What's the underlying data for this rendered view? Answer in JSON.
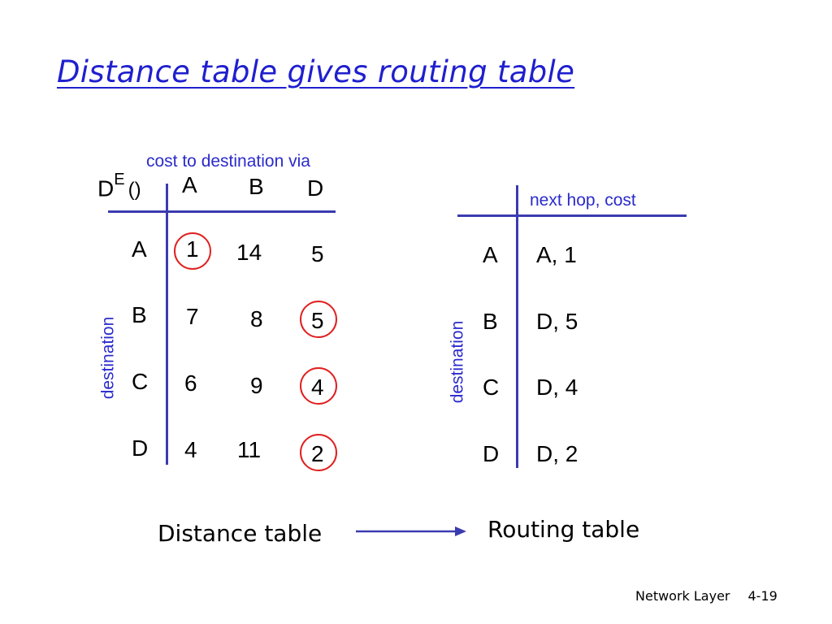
{
  "title": "Distance table gives routing table",
  "distance_table": {
    "header_note": "cost to destination via",
    "label_main": "D",
    "label_sup": "E",
    "label_paren": "()",
    "col_headers": [
      "A",
      "B",
      "D"
    ],
    "row_axis_label": "destination",
    "rows": [
      {
        "dest": "A",
        "values": [
          "1",
          "14",
          "5"
        ]
      },
      {
        "dest": "B",
        "values": [
          "7",
          "8",
          "5"
        ]
      },
      {
        "dest": "C",
        "values": [
          "6",
          "9",
          "4"
        ]
      },
      {
        "dest": "D",
        "values": [
          "4",
          "11",
          "2"
        ]
      }
    ]
  },
  "routing_table": {
    "header_note": "next hop, cost",
    "row_axis_label": "destination",
    "rows": [
      {
        "dest": "A",
        "entry": "A, 1"
      },
      {
        "dest": "B",
        "entry": "D, 5"
      },
      {
        "dest": "C",
        "entry": "D, 4"
      },
      {
        "dest": "D",
        "entry": "D, 2"
      }
    ]
  },
  "captions": {
    "left": "Distance table",
    "right": "Routing table"
  },
  "footer": {
    "section": "Network Layer",
    "page": "4-19"
  },
  "colors": {
    "title": "#1f1fcf",
    "blue_text": "#2b2bcc",
    "lines": "#3b3bb0",
    "highlight_circle": "#e02020"
  }
}
